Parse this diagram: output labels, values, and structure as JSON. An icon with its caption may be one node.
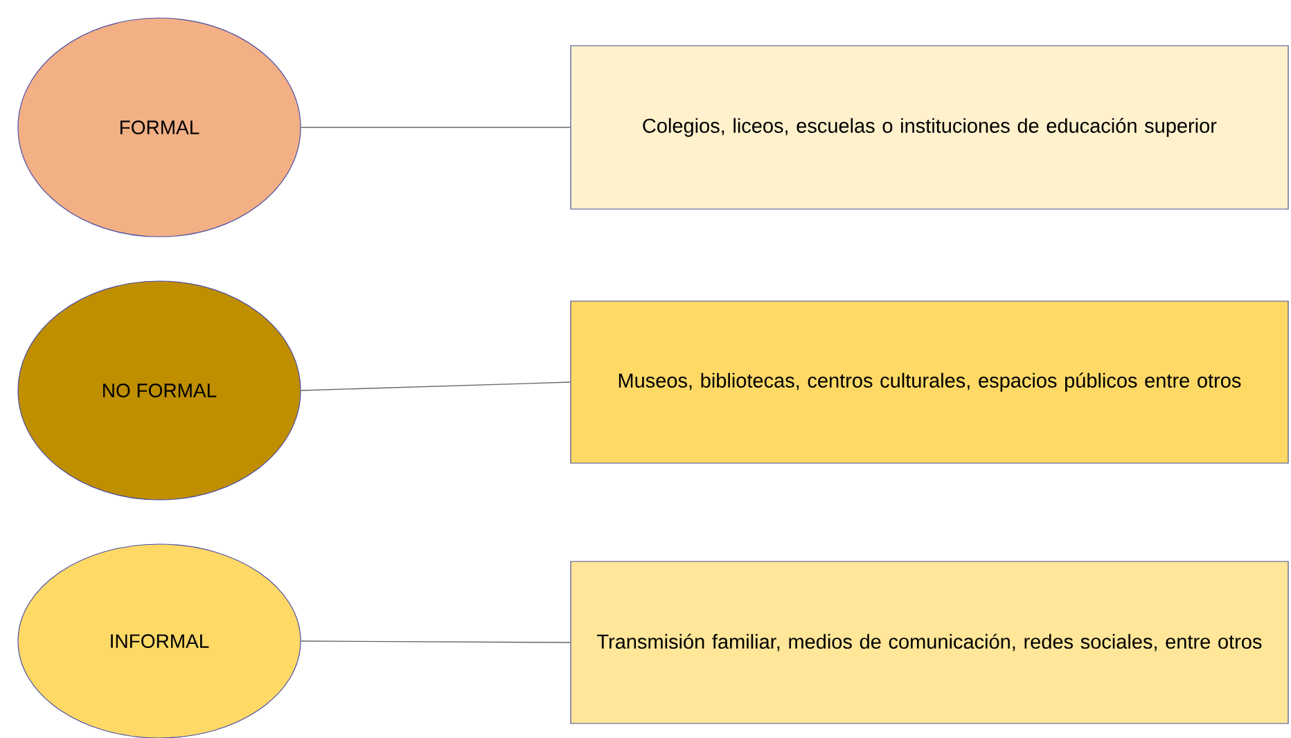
{
  "diagram": {
    "nodes": [
      {
        "text": [
          "FORMAL"
        ]
      },
      {
        "text": [
          "Colegios, liceos, escuelas o instituciones de educación superior"
        ]
      },
      {
        "text": [
          "NO FORMAL"
        ]
      },
      {
        "text": [
          "Museos, bibliotecas, centros culturales, espacios públicos entre otros"
        ]
      },
      {
        "text": [
          "INFORMAL"
        ]
      },
      {
        "text": [
          "Transmisión familiar, medios de comunicación, redes sociales, entre otros"
        ]
      }
    ],
    "edges": [
      {
        "from": 0,
        "to": 1,
        "arrow": "none"
      },
      {
        "from": 2,
        "to": 3,
        "arrow": "none"
      },
      {
        "from": 4,
        "to": 5,
        "arrow": "none"
      }
    ]
  }
}
